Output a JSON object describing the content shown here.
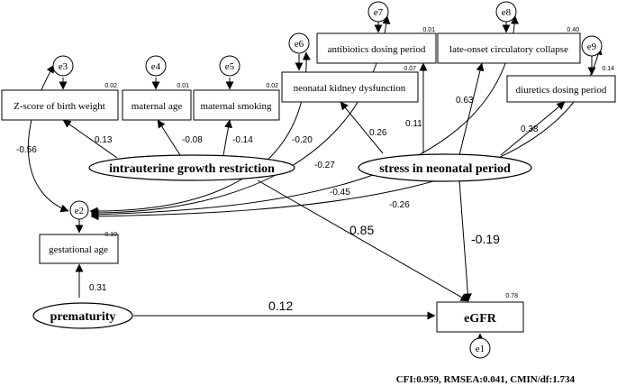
{
  "latents": {
    "iugr": "intrauterine growth restriction",
    "stress": "stress in neonatal period",
    "prematurity": "prematurity"
  },
  "observed": {
    "zscore": "Z-score of birth weight",
    "maternal_age": "maternal age",
    "maternal_smoking": "maternal smoking",
    "kidney": "neonatal kidney dysfunction",
    "antibiotics": "antibiotics dosing period",
    "collapse": "late-onset circulatory collapse",
    "diuretics": "diuretics dosing period",
    "gestational_age": "gestational age",
    "egfr": "eGFR"
  },
  "errors": {
    "e1": "e1",
    "e2": "e2",
    "e3": "e3",
    "e4": "e4",
    "e5": "e5",
    "e6": "e6",
    "e7": "e7",
    "e8": "e8",
    "e9": "e9"
  },
  "r_squared": {
    "zscore": "0.02",
    "maternal_age": "0.01",
    "maternal_smoking": "0.02",
    "kidney": "0.07",
    "antibiotics": "0.01",
    "collapse": "0.40",
    "diuretics": "0.14",
    "gestational_age": "0.10",
    "egfr": "0.78"
  },
  "paths": {
    "iugr_zscore": "0.13",
    "iugr_maternal_age": "-0.08",
    "iugr_smoking": "-0.14",
    "iugr_e6": "-0.20",
    "iugr_e7": "-0.27",
    "iugr_egfr": "0.85",
    "stress_kidney": "0.26",
    "stress_antibiotics": "0.11",
    "stress_collapse": "0.63",
    "stress_diuretics": "0.38",
    "stress_e2_a": "-0.45",
    "stress_e2_b": "-0.26",
    "stress_egfr": "-0.19",
    "e3_e2": "-0.56",
    "prem_ga": "0.31",
    "prem_egfr": "0.12"
  },
  "fit_indices": "CFI:0.959, RMSEA:0.041, CMIN/df:1.734"
}
